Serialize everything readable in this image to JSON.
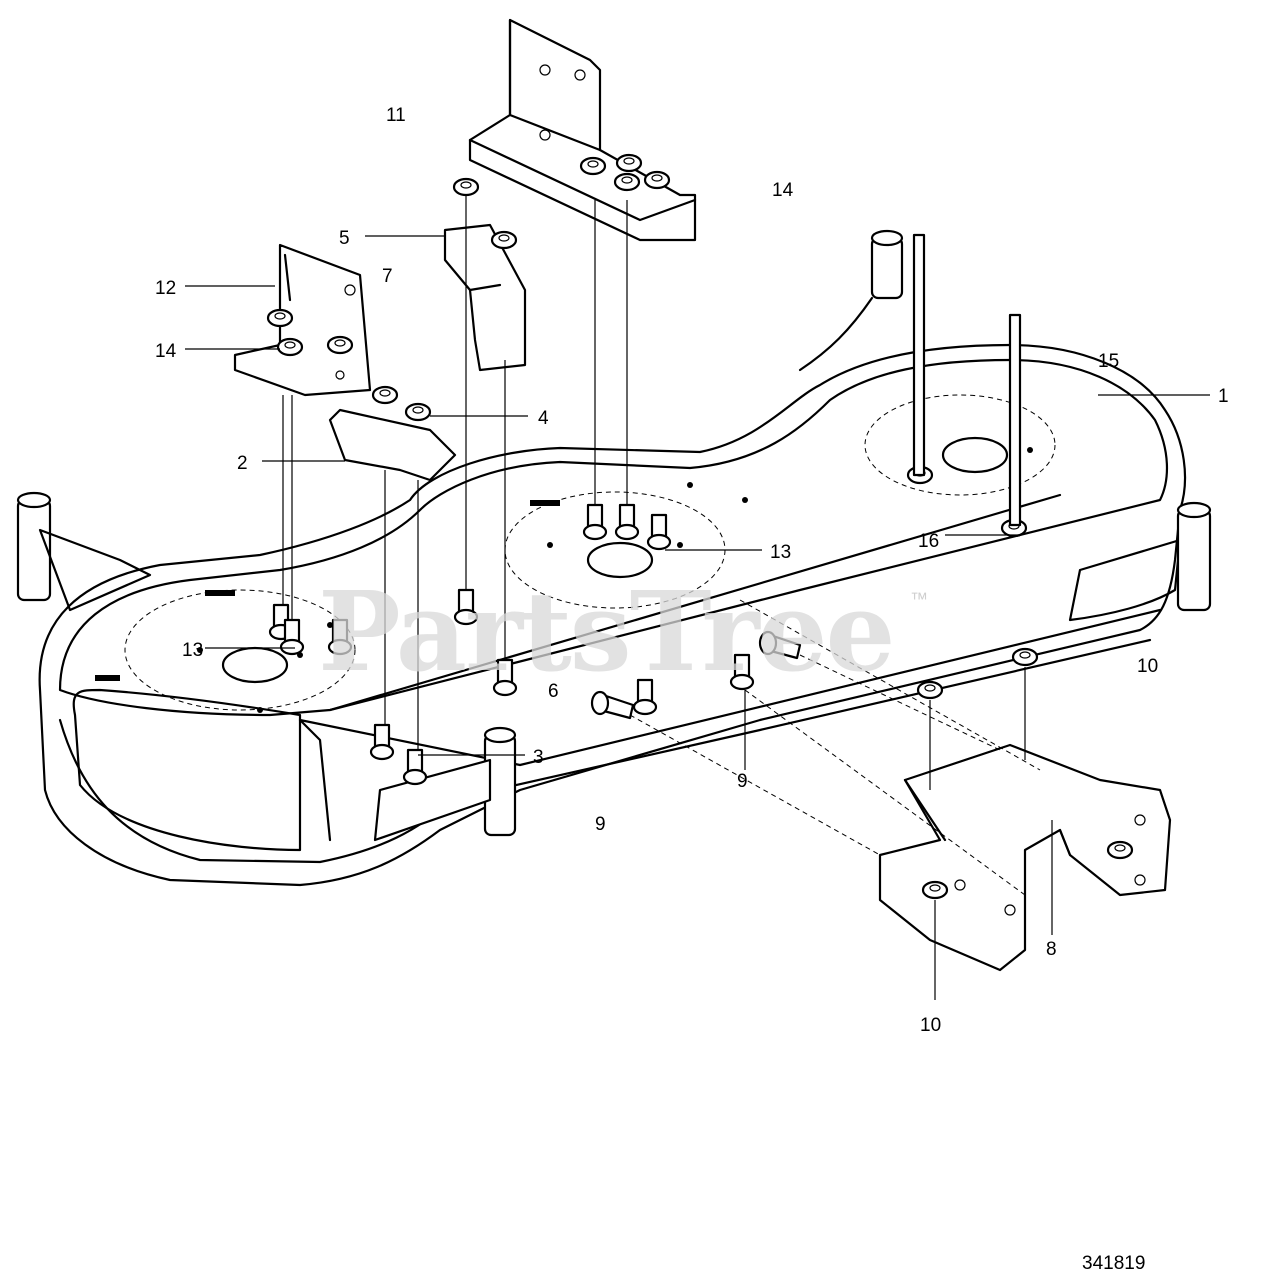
{
  "watermark": {
    "text": "PartsTree",
    "trademark": "™"
  },
  "image_number": "341819",
  "callouts": [
    "11",
    "14",
    "5",
    "7",
    "12",
    "14",
    "4",
    "2",
    "15",
    "1",
    "13",
    "16",
    "13",
    "10",
    "6",
    "3",
    "9",
    "9",
    "8",
    "10"
  ]
}
